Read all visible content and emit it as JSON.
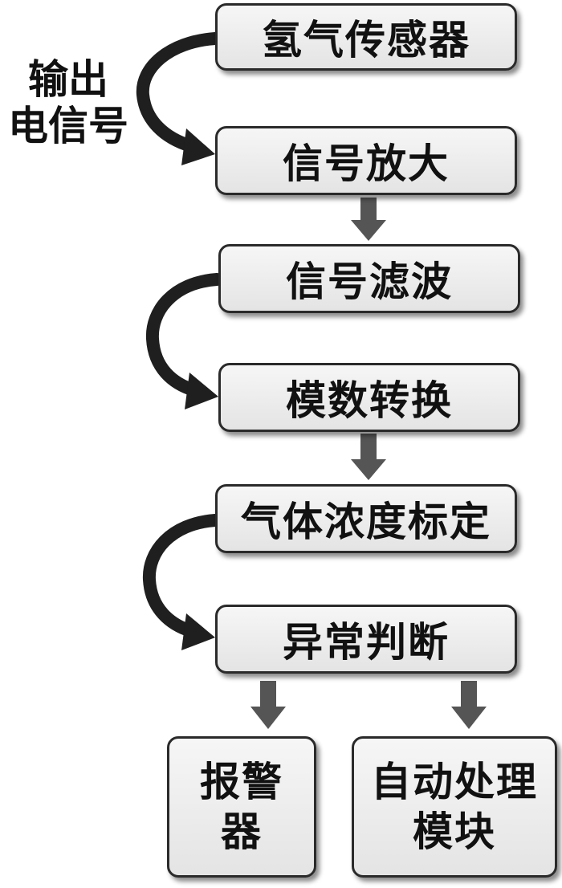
{
  "nodes": {
    "hydrogen_sensor": "氢气传感器",
    "signal_amplification": "信号放大",
    "signal_filtering": "信号滤波",
    "ad_conversion": "模数转换",
    "concentration_calibration": "气体浓度标定",
    "anomaly_judgment": "异常判断",
    "alarm": "报警器",
    "auto_processing": "自动处理模块"
  },
  "side_label": {
    "line1": "输出",
    "line2": "电信号"
  },
  "colors": {
    "box_border": "#2a2a2a",
    "box_fill": "#ececec",
    "arrow_straight": "#555555",
    "arrow_curved": "#1f1f1f"
  }
}
